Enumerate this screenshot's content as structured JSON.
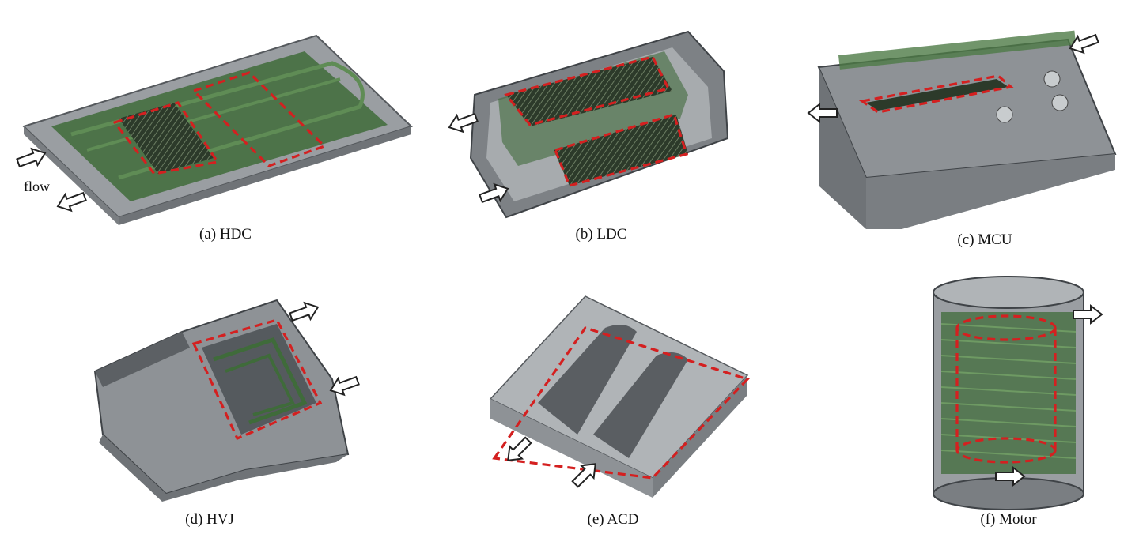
{
  "panels": [
    {
      "id": "a",
      "caption": "(a) HDC"
    },
    {
      "id": "b",
      "caption": "(b) LDC"
    },
    {
      "id": "c",
      "caption": "(c) MCU"
    },
    {
      "id": "d",
      "caption": "(d) HVJ"
    },
    {
      "id": "e",
      "caption": "(e) ACD"
    },
    {
      "id": "f",
      "caption": "(f) Motor"
    }
  ],
  "annotations": {
    "flow_label": "flow"
  },
  "colors": {
    "housing": "#8e9296",
    "housing_dark": "#5c6064",
    "coolant_channel": "#3f6b3a",
    "region_outline": "#d42020",
    "arrow_fill": "#ffffff"
  }
}
